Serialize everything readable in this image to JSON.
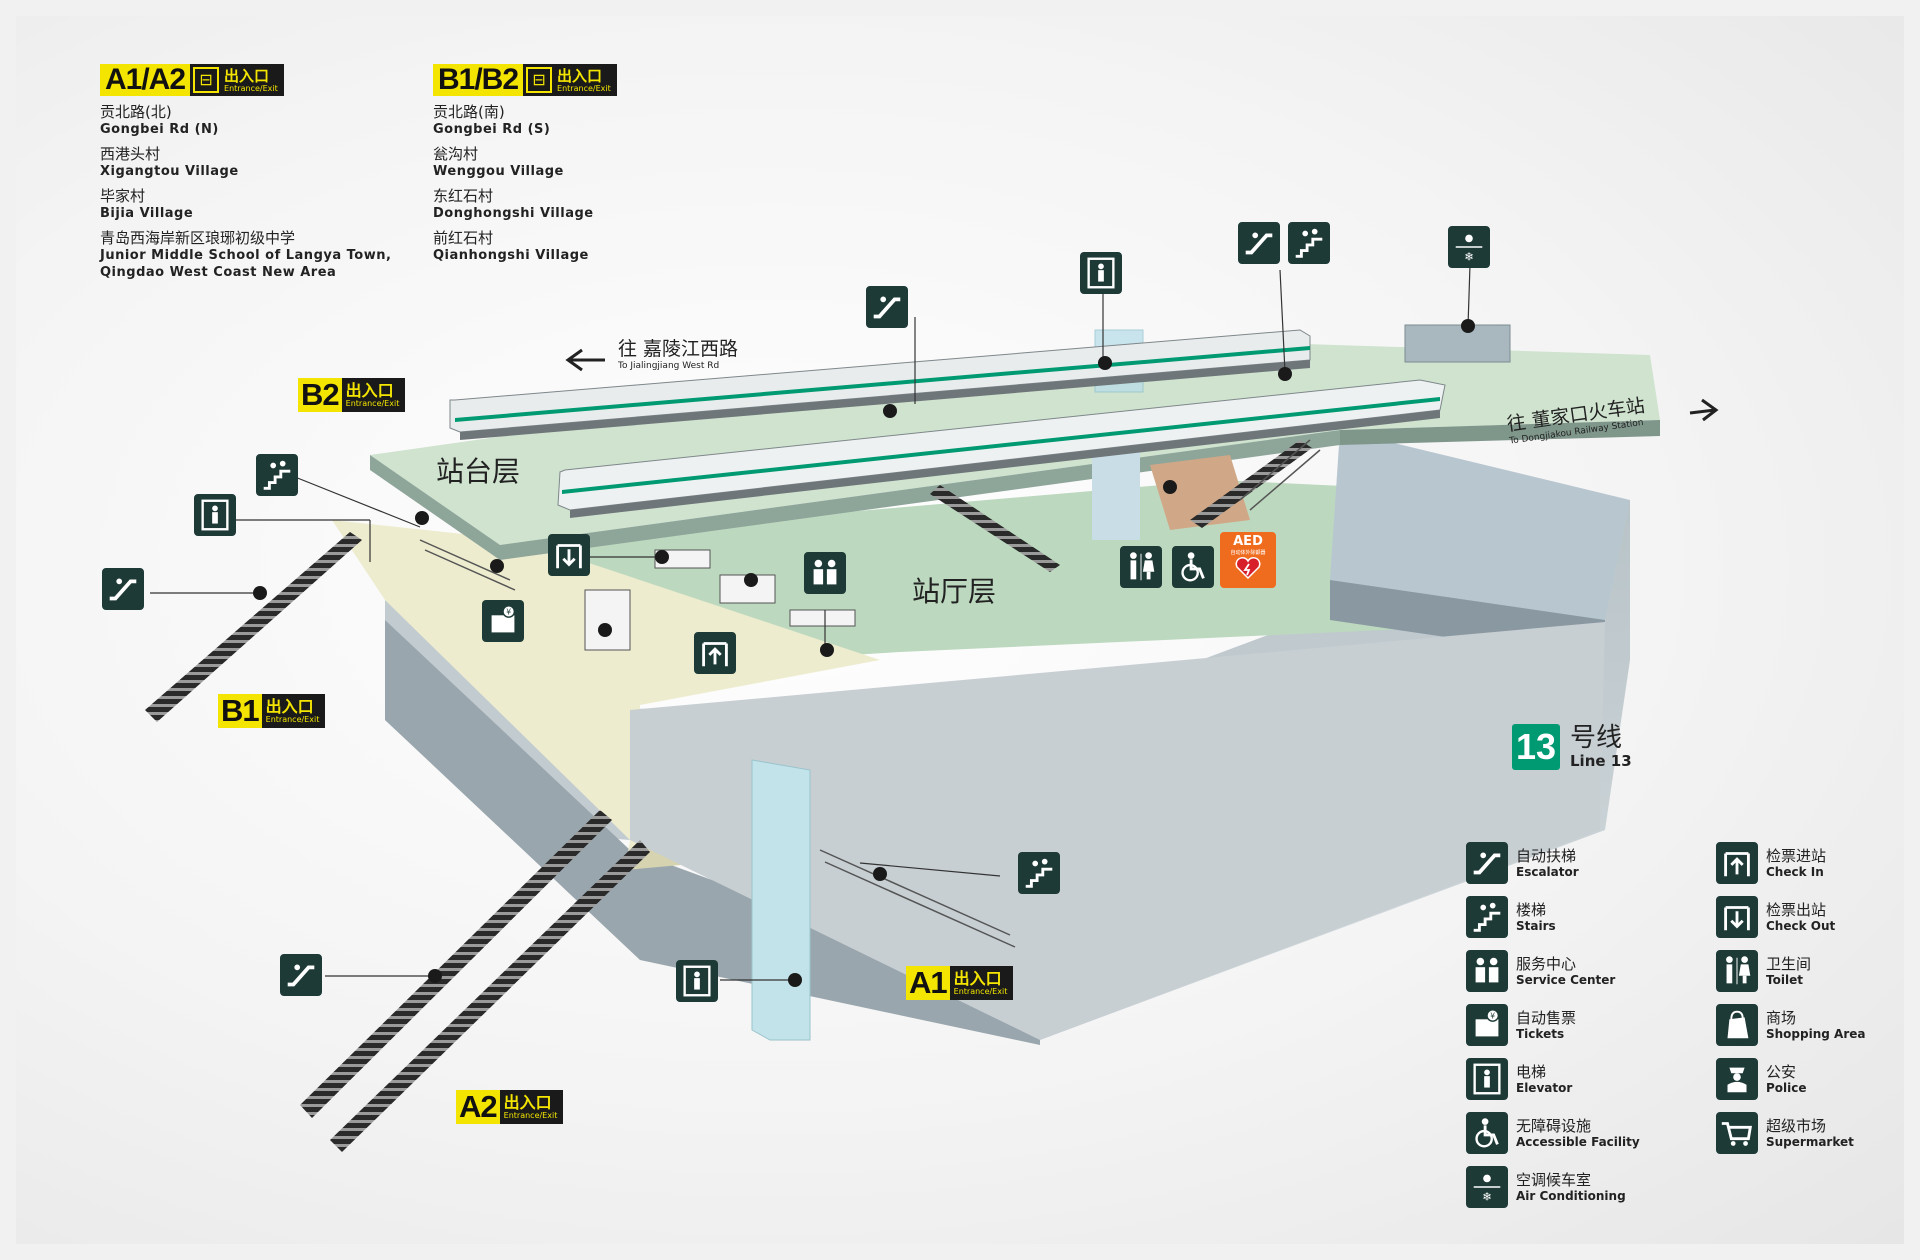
{
  "exits_top": [
    {
      "code": "A1/A2",
      "cn": "出入口",
      "en": "Entrance/Exit",
      "destinations": [
        {
          "cn": "贡北路(北)",
          "en": "Gongbei Rd (N)"
        },
        {
          "cn": "西港头村",
          "en": "Xigangtou Village"
        },
        {
          "cn": "毕家村",
          "en": "Bijia Village"
        },
        {
          "cn": "青岛西海岸新区琅琊初级中学",
          "en": "Junior Middle School of Langya Town, Qingdao West Coast New Area"
        }
      ]
    },
    {
      "code": "B1/B2",
      "cn": "出入口",
      "en": "Entrance/Exit",
      "destinations": [
        {
          "cn": "贡北路(南)",
          "en": "Gongbei Rd (S)"
        },
        {
          "cn": "瓮沟村",
          "en": "Wenggou Village"
        },
        {
          "cn": "东红石村",
          "en": "Donghongshi Village"
        },
        {
          "cn": "前红石村",
          "en": "Qianhongshi Village"
        }
      ]
    }
  ],
  "exit_tags": {
    "b2": {
      "code": "B2",
      "cn": "出入口",
      "en": "Entrance/Exit"
    },
    "b1": {
      "code": "B1",
      "cn": "出入口",
      "en": "Entrance/Exit"
    },
    "a1": {
      "code": "A1",
      "cn": "出入口",
      "en": "Entrance/Exit"
    },
    "a2": {
      "code": "A2",
      "cn": "出入口",
      "en": "Entrance/Exit"
    }
  },
  "directions": {
    "west": {
      "cn": "往 嘉陵江西路",
      "en": "To Jialingjiang West Rd"
    },
    "east": {
      "cn": "往 董家口火车站",
      "en": "To Dongjiakou Railway Station"
    }
  },
  "floors": {
    "platform": "站台层",
    "concourse": "站厅层"
  },
  "aed": {
    "title": "AED",
    "sub": "自动体外除颤器"
  },
  "line": {
    "number": "13",
    "cn": "号线",
    "en": "Line 13"
  },
  "legend": [
    {
      "icon": "escalator-icon",
      "cn": "自动扶梯",
      "en": "Escalator"
    },
    {
      "icon": "stairs-icon",
      "cn": "楼梯",
      "en": "Stairs"
    },
    {
      "icon": "service-center-icon",
      "cn": "服务中心",
      "en": "Service Center"
    },
    {
      "icon": "ticket-machine-icon",
      "cn": "自动售票",
      "en": "Tickets"
    },
    {
      "icon": "elevator-icon",
      "cn": "电梯",
      "en": "Elevator"
    },
    {
      "icon": "accessible-icon",
      "cn": "无障碍设施",
      "en": "Accessible Facility"
    },
    {
      "icon": "air-conditioning-icon",
      "cn": "空调候车室",
      "en": "Air Conditioning"
    },
    {
      "icon": "check-in-icon",
      "cn": "检票进站",
      "en": "Check In"
    },
    {
      "icon": "check-out-icon",
      "cn": "检票出站",
      "en": "Check Out"
    },
    {
      "icon": "toilet-icon",
      "cn": "卫生间",
      "en": "Toilet"
    },
    {
      "icon": "shopping-icon",
      "cn": "商场",
      "en": "Shopping Area"
    },
    {
      "icon": "police-icon",
      "cn": "公安",
      "en": "Police"
    },
    {
      "icon": "supermarket-icon",
      "cn": "超级市场",
      "en": "Supermarket"
    }
  ],
  "colors": {
    "train_stripe": "#009a72",
    "platform": "#cfe3cf",
    "concourse": "#bcd8bf",
    "paid_area": "#eeecce",
    "icon_bg": "#1d3a36",
    "exit_yellow": "#f4e500",
    "aed": "#ef6c1e"
  }
}
